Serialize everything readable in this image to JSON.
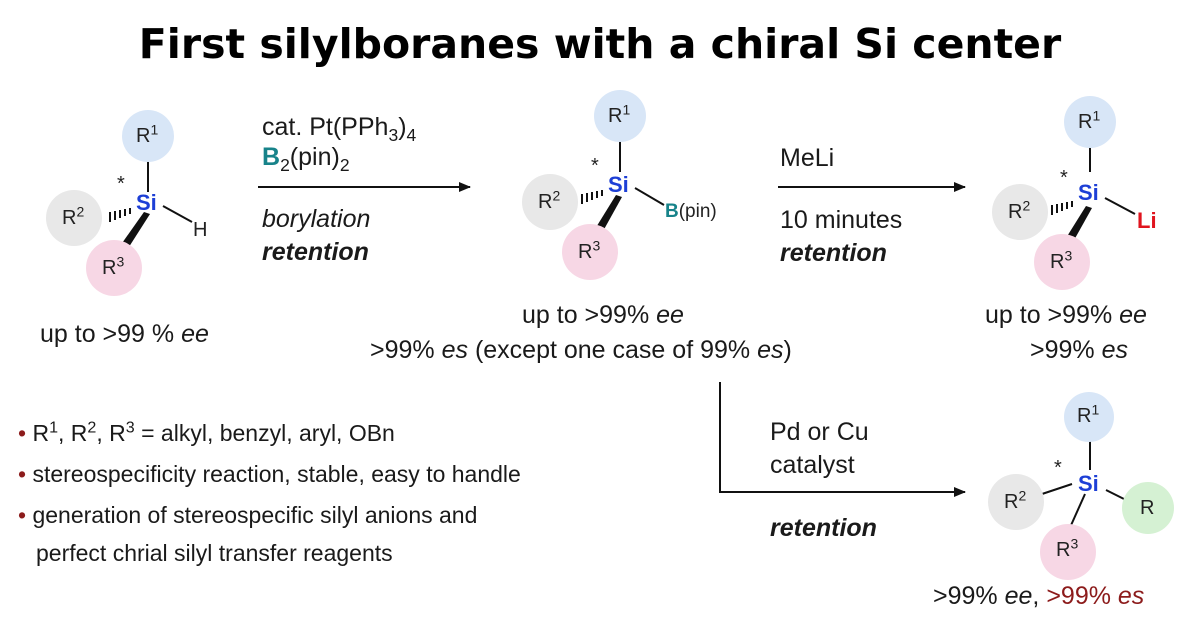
{
  "title": "First silylboranes with a chiral Si center",
  "molecules": {
    "start": {
      "r1": "R",
      "r1_sup": "1",
      "r2": "R",
      "r2_sup": "2",
      "r3": "R",
      "r3_sup": "3",
      "center": "Si",
      "star": "*",
      "h": "H"
    },
    "boryl": {
      "r1": "R",
      "r1_sup": "1",
      "r2": "R",
      "r2_sup": "2",
      "r3": "R",
      "r3_sup": "3",
      "center": "Si",
      "star": "*",
      "b": "B",
      "pin": "(pin)"
    },
    "lithio": {
      "r1": "R",
      "r1_sup": "1",
      "r2": "R",
      "r2_sup": "2",
      "r3": "R",
      "r3_sup": "3",
      "center": "Si",
      "star": "*",
      "li": "Li"
    },
    "coupled": {
      "r1": "R",
      "r1_sup": "1",
      "r2": "R",
      "r2_sup": "2",
      "r3": "R",
      "r3_sup": "3",
      "center": "Si",
      "star": "*",
      "r": "R"
    }
  },
  "step1": {
    "cat": "cat. Pt(PPh",
    "cat_sub1": "3",
    "cat_close": ")",
    "cat_sub2": "4",
    "b": "B",
    "b_sub": "2",
    "pin": "(pin)",
    "pin_sub": "2",
    "type": "borylation",
    "stereo": "retention"
  },
  "step2": {
    "reagent": "MeLi",
    "time": "10 minutes",
    "stereo": "retention"
  },
  "step3": {
    "line1": "Pd or Cu",
    "line2": "catalyst",
    "stereo": "retention"
  },
  "results": {
    "start_ee": "up to >99 % ",
    "ee": "ee",
    "boryl_ee": "up to >99% ",
    "boryl_es": ">99% ",
    "es": "es",
    "boryl_es_note": " (except one case of 99% ",
    "boryl_es_close": ")",
    "lithio_ee": "up to >99% ",
    "lithio_es": ">99% ",
    "coupled_ee": ">99% ",
    "coupled_comma": ", ",
    "coupled_es": ">99% "
  },
  "bullets": {
    "dot": "•",
    "b1_r": "R",
    "b1_s1": "1",
    "b1_sep": ", R",
    "b1_s2": "2",
    "b1_sep2": ", R",
    "b1_s3": "3",
    "b1_rest": " = alkyl, benzyl, aryl, OBn",
    "b2": "stereospecificity reaction, stable, easy to handle",
    "b3_line1": "generation of stereospecific silyl anions and",
    "b3_line2": "perfect chrial silyl transfer reagents"
  },
  "colors": {
    "r1_bg": "#d8e6f7",
    "r2_bg": "#e8e8e8",
    "r3_bg": "#f7d7e5",
    "r_bg": "#d5f1d3",
    "si": "#1d3fd6",
    "li": "#e0141e",
    "boron": "#17838a",
    "es": "#8c1b1b"
  }
}
